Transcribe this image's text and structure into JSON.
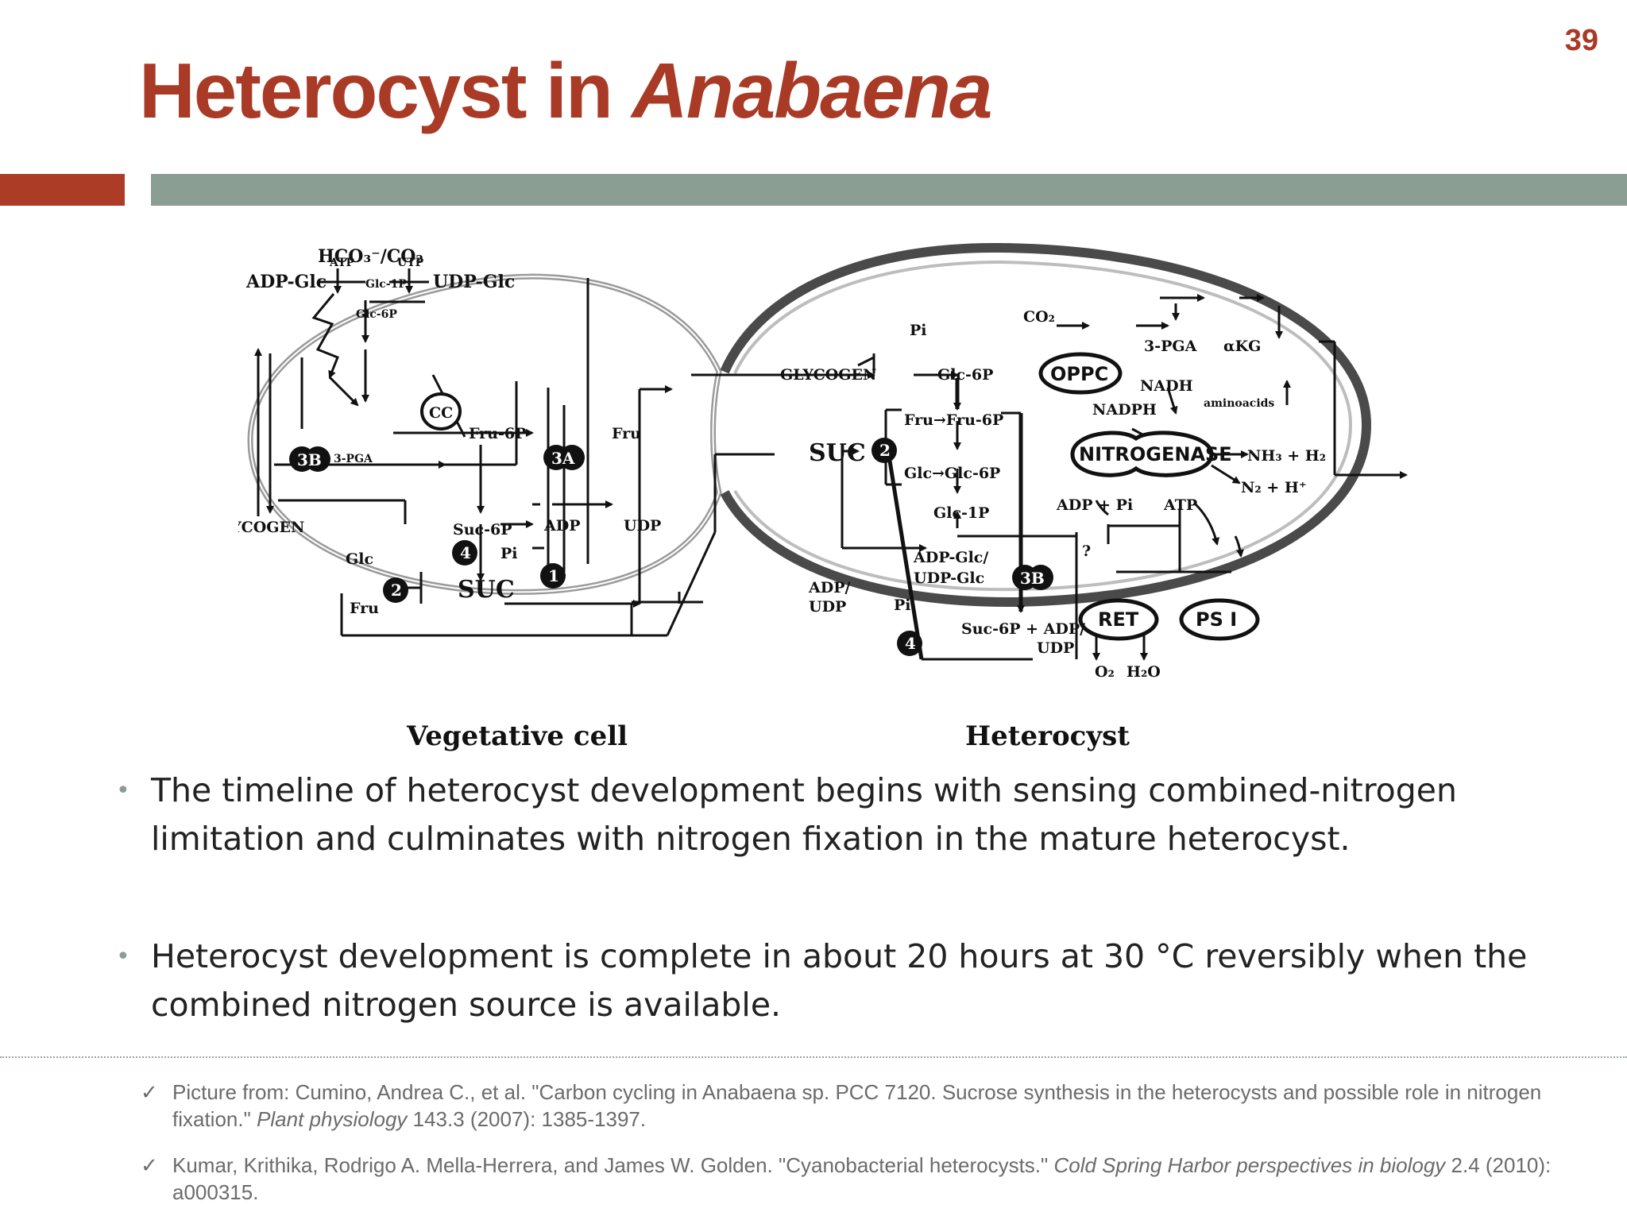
{
  "slide_number": "39",
  "title": {
    "text": "Heterocyst in ",
    "italic": "Anabaena"
  },
  "colors": {
    "accent": "#a93a26",
    "bar": "#8a9e94"
  },
  "diagram": {
    "vegetative": {
      "input": "HCO₃⁻/CO₂",
      "atp": "ATP",
      "utp": "UTP",
      "adp_glc": "ADP-Glc",
      "glc_1p": "Glc-1P",
      "udp_glc": "UDP-Glc",
      "glc_6p": "Glc-6P",
      "cc": "CC",
      "fru_6p": "Fru-6P",
      "fru": "Fru",
      "badge_3b": "3B",
      "pga": "3-PGA",
      "badge_3a": "3A",
      "glycogen": "GLYCOGEN",
      "suc_6p": "Suc-6P",
      "adp": "ADP",
      "udp": "UDP",
      "badge_4": "4",
      "pi": "Pi",
      "glc": "Glc",
      "badge_2": "2",
      "suc": "SUC",
      "badge_1": "1",
      "fru2": "Fru"
    },
    "heterocyst": {
      "pi_top": "Pi",
      "co2": "CO₂",
      "pga": "3-PGA",
      "akg": "αKG",
      "glycogen": "GLYCOGEN",
      "glc_6p": "Glc-6P",
      "oppc": "OPPC",
      "nadh": "NADH",
      "nadph": "NADPH",
      "aminoacids": "aminoacids",
      "fru_line": "Fru→Fru-6P",
      "suc": "SUC",
      "badge_2": "2",
      "nitrogenase": "NITROGENASE",
      "nh_line": "NH₃ + H₂",
      "glc_line": "Glc→Glc-6P",
      "n2_line": "N₂ + H⁺",
      "glc_1p": "Glc-1P",
      "adp_pi": "ADP + Pi",
      "atp": "ATP",
      "q": "?",
      "adp_glc": "ADP-Glc/",
      "udp_glc": "UDP-Glc",
      "badge_3b": "3B",
      "ret": "RET",
      "ps1": "PS I",
      "adp_udp_1": "ADP/",
      "adp_udp_2": "UDP",
      "pi_low": "Pi",
      "suc6p_line": "Suc-6P + ADP/",
      "suc6p_udp": "UDP",
      "badge_4": "4",
      "o2": "O₂",
      "h2o": "H₂O"
    },
    "captions": {
      "vegetative": "Vegetative cell",
      "heterocyst": "Heterocyst"
    }
  },
  "bullets": [
    "The timeline of heterocyst development begins with sensing combined-nitrogen limitation and culminates with nitrogen fixation in the mature heterocyst.",
    "Heterocyst development is complete in about 20 hours at 30 °C reversibly when the combined nitrogen source is available."
  ],
  "references": [
    {
      "pre": "Picture from: Cumino, Andrea C., et al. \"Carbon cycling in Anabaena sp. PCC 7120. Sucrose synthesis in the heterocysts and possible role in nitrogen fixation.\" ",
      "journal": "Plant physiology",
      "post": " 143.3 (2007): 1385-1397."
    },
    {
      "pre": "Kumar, Krithika, Rodrigo A. Mella-Herrera, and James W. Golden. \"Cyanobacterial heterocysts.\" ",
      "journal": "Cold Spring Harbor perspectives in biology",
      "post": " 2.4 (2010): a000315."
    }
  ]
}
